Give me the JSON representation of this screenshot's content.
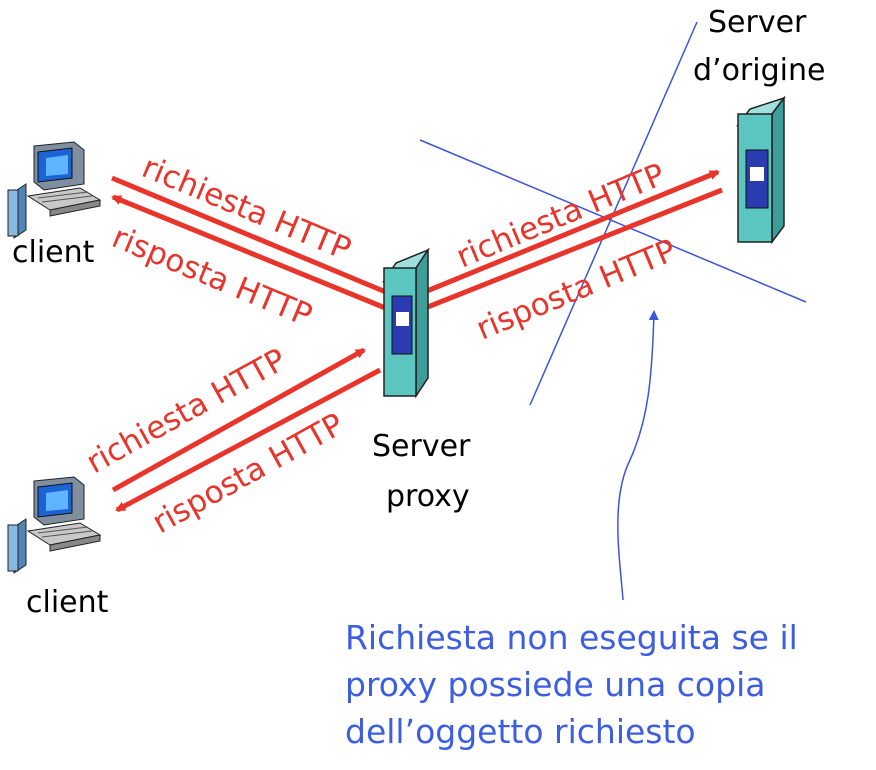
{
  "nodes": {
    "origin_server": [
      "Server",
      "d’origine"
    ],
    "client_top": "client",
    "proxy": [
      "Server",
      "proxy"
    ],
    "client_bottom": "client"
  },
  "edges": {
    "client_top_request": "richiesta HTTP",
    "client_top_response": "risposta HTTP",
    "origin_request": "richiesta HTTP",
    "origin_response": "risposta HTTP",
    "client_bottom_request": "richiesta HTTP",
    "client_bottom_response": "risposta HTTP"
  },
  "annotation": {
    "lines": [
      "Richiesta non eseguita se il",
      "proxy possiede una copia",
      "dell’oggetto richiesto"
    ]
  },
  "colors": {
    "arrow": "#e8342a",
    "annotation": "#3d5ee0",
    "server_body": "#5cc6c0",
    "server_panel": "#2b3bb0",
    "cross_lines": "#3b55d9"
  }
}
